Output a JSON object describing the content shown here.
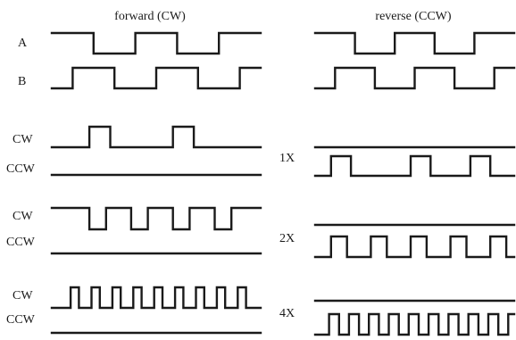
{
  "headers": {
    "forward": "forward (CW)",
    "reverse": "reverse (CCW)"
  },
  "labels": {
    "a": "A",
    "b": "B",
    "cw": "CW",
    "ccw": "CCW",
    "x1": "1X",
    "x2": "2X",
    "x4": "4X"
  },
  "signals": {
    "forward": {
      "A": {
        "initial": "high",
        "toggles": [
          0.2,
          0.4,
          0.6,
          0.8
        ]
      },
      "B": {
        "initial": "low",
        "toggles": [
          0.1,
          0.3,
          0.5,
          0.7,
          0.9
        ]
      },
      "CW_1X": {
        "initial": "low",
        "toggles": [
          0.18,
          0.28,
          0.58,
          0.68
        ]
      },
      "CCW_1X": {
        "initial": "low",
        "toggles": []
      },
      "CW_2X": {
        "initial": "high",
        "toggles": [
          0.18,
          0.26,
          0.38,
          0.46,
          0.58,
          0.66,
          0.78,
          0.86
        ]
      },
      "CCW_2X": {
        "initial": "low",
        "toggles": []
      },
      "CW_4X": {
        "initial": "low",
        "toggles": [
          0.09,
          0.13,
          0.19,
          0.23,
          0.29,
          0.33,
          0.39,
          0.43,
          0.49,
          0.53,
          0.59,
          0.63,
          0.69,
          0.73,
          0.79,
          0.83,
          0.89,
          0.93
        ]
      },
      "CCW_4X": {
        "initial": "low",
        "toggles": []
      }
    },
    "reverse": {
      "A": {
        "initial": "high",
        "toggles": [
          0.2,
          0.4,
          0.6,
          0.8
        ]
      },
      "B": {
        "initial": "low",
        "toggles": [
          0.1,
          0.3,
          0.5,
          0.7,
          0.9
        ]
      },
      "CW_1X": {
        "initial": "high",
        "toggles": []
      },
      "CCW_1X": {
        "initial": "low",
        "toggles": [
          0.08,
          0.18,
          0.48,
          0.58,
          0.78,
          0.88
        ]
      },
      "CW_2X": {
        "initial": "high",
        "toggles": []
      },
      "CCW_2X": {
        "initial": "low",
        "toggles": [
          0.08,
          0.16,
          0.28,
          0.36,
          0.48,
          0.56,
          0.68,
          0.76,
          0.88,
          0.96
        ]
      },
      "CW_4X": {
        "initial": "high",
        "toggles": []
      },
      "CCW_4X": {
        "initial": "low",
        "toggles": [
          0.07,
          0.12,
          0.17,
          0.22,
          0.27,
          0.32,
          0.37,
          0.42,
          0.47,
          0.52,
          0.57,
          0.62,
          0.67,
          0.72,
          0.77,
          0.82,
          0.87,
          0.92,
          0.97
        ]
      }
    }
  }
}
